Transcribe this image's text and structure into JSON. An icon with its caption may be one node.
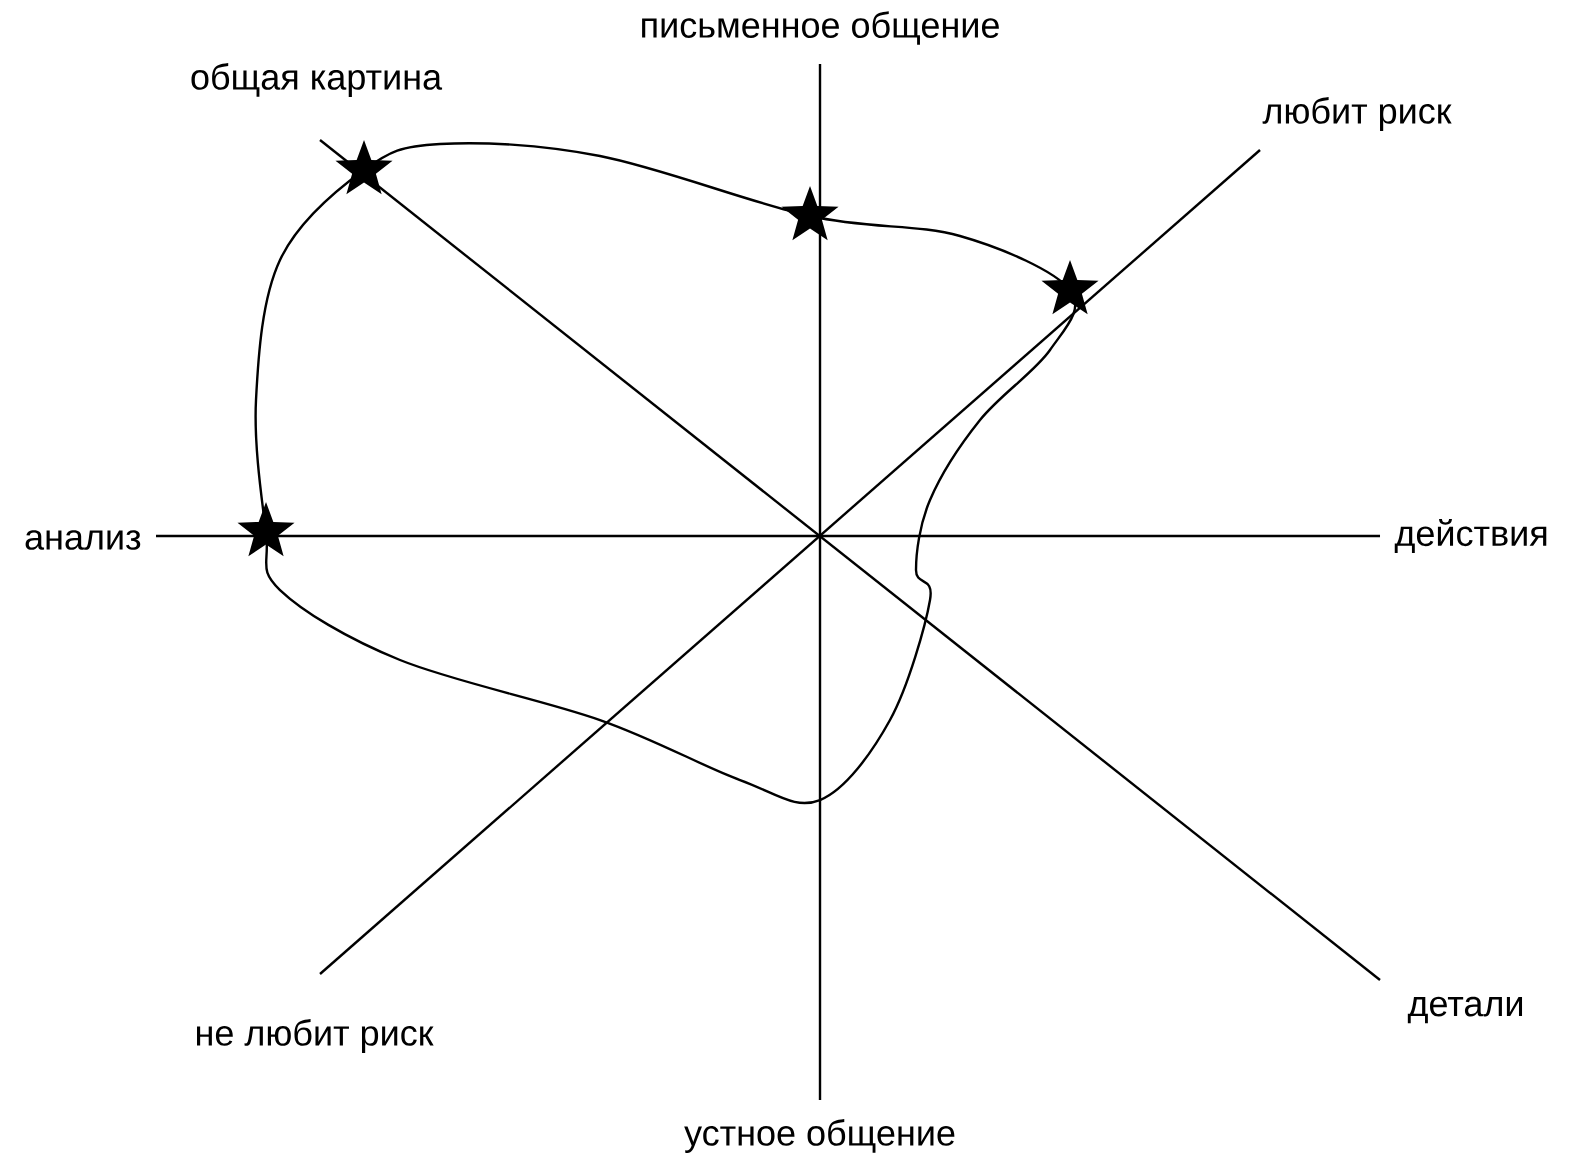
{
  "diagram": {
    "labels": [
      "письменное общение",
      "общая картина",
      "любит риск",
      "анализ",
      "действия",
      "не любит риск",
      "детали",
      "устное общение"
    ]
  }
}
